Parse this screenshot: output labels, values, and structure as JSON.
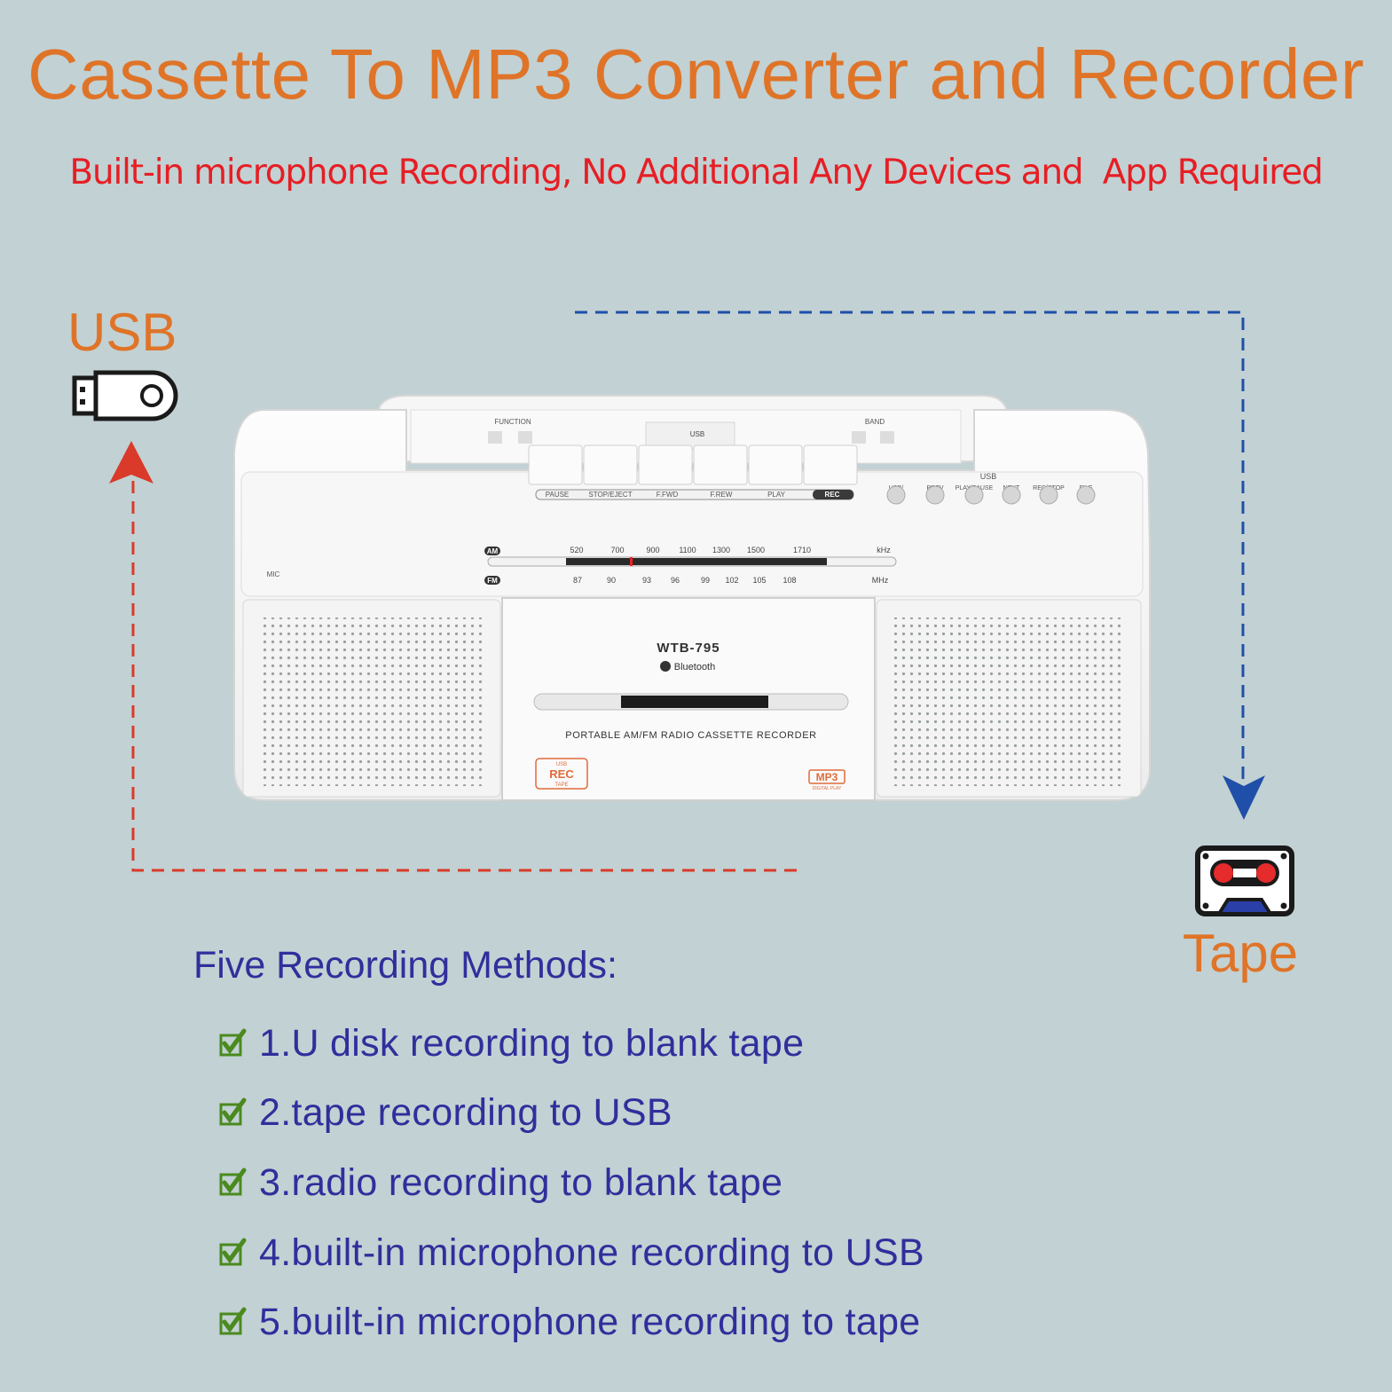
{
  "title": "Cassette To MP3 Converter and Recorder",
  "subtitle": "Built-in microphone Recording, No Additional Any Devices and  App Required",
  "usb_label": "USB",
  "tape_label": "Tape",
  "methods_title": "Five Recording Methods:",
  "methods": [
    "1.U disk recording to blank tape",
    "2.tape recording to USB",
    "3.radio recording to blank tape",
    "4.built-in microphone recording to USB",
    "5.built-in microphone recording to tape"
  ],
  "device": {
    "model": "WTB-795",
    "bluetooth": "Bluetooth",
    "description": "PORTABLE AM/FM RADIO CASSETTE RECORDER",
    "mic_label": "MIC",
    "function_label": "FUNCTION",
    "band_label": "BAND",
    "usb_port_label": "USB",
    "usb_section_label": "USB",
    "deck_buttons": [
      "PAUSE",
      "STOP/EJECT",
      "F.FWD",
      "F.REW",
      "PLAY",
      "REC"
    ],
    "usb_buttons": [
      "USB/",
      "PREV",
      "PLAY/PAUSE",
      "NEXT",
      "REC/STOP",
      "FILE"
    ],
    "am_label": "AM",
    "fm_label": "FM",
    "am_freqs": [
      "520",
      "700",
      "900",
      "1100",
      "1300",
      "1500",
      "1710"
    ],
    "fm_freqs": [
      "87",
      "90",
      "93",
      "96",
      "99",
      "102",
      "105",
      "108"
    ],
    "am_unit": "kHz",
    "fm_unit": "MHz",
    "rec_badge": "REC",
    "rec_badge_top": "USB",
    "rec_badge_bottom": "TAPE",
    "mp3_badge": "MP3",
    "mp3_sub": "DIGITAL PLAY"
  },
  "colors": {
    "background": "#c2d1d3",
    "title": "#df7428",
    "subtitle": "#e61e24",
    "methods_text": "#2f2f9c",
    "red_arrow": "#d93a2a",
    "blue_arrow": "#1f4fa8",
    "check": "#4a8a1e"
  },
  "icons": {
    "usb": "usb-drive-icon",
    "tape": "cassette-tape-icon",
    "check": "checkmark-icon"
  }
}
